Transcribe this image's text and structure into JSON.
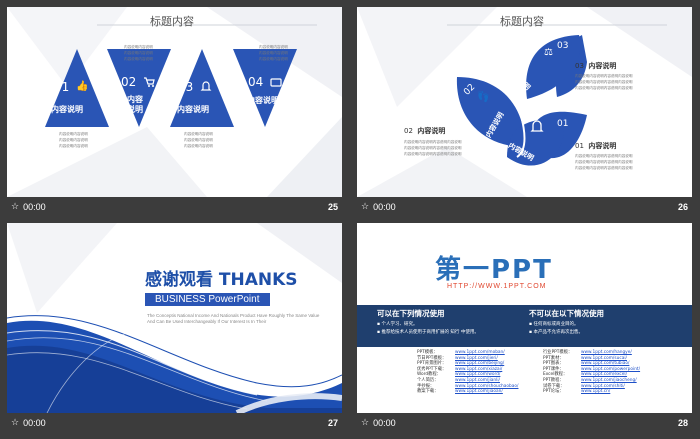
{
  "slides": [
    {
      "number": "25",
      "time": "00:00",
      "title": "标题内容",
      "items": [
        {
          "num": "01",
          "label": "内容说明",
          "icon": "thumbs-up-icon"
        },
        {
          "num": "02",
          "label": "内容\n说明",
          "icon": "cart-icon"
        },
        {
          "num": "03",
          "label": "内容说明",
          "icon": "bell-icon"
        },
        {
          "num": "04",
          "label": "内容说明",
          "icon": "wallet-icon"
        }
      ],
      "filler": "内容说明内容说明"
    },
    {
      "number": "26",
      "time": "00:00",
      "title": "标题内容",
      "leaves": [
        {
          "num": "01",
          "label": "内容说明",
          "icon": "bell-icon"
        },
        {
          "num": "02",
          "label": "内容说明",
          "icon": "footprints-icon"
        },
        {
          "num": "03",
          "label": "内容说明",
          "icon": "scales-icon"
        }
      ],
      "side": [
        {
          "num": "03",
          "label": "内容说明"
        },
        {
          "num": "02",
          "label": "内容说明"
        },
        {
          "num": "01",
          "label": "内容说明"
        }
      ],
      "filler": "内容说明内容说明内容说明内容说明"
    },
    {
      "number": "27",
      "time": "00:00",
      "title": "感谢观看  THANKS",
      "subtitle": "BUSINESS   PowerPoint",
      "desc": "The Conceptis National Income And Nationals Product Have Roughly The Same Value And Can Be Used Interchangeably If Our Interest Is In Their"
    },
    {
      "number": "28",
      "time": "00:00",
      "logo": "第一PPT",
      "url": "HTTP://WWW.1PPT.COM",
      "left_heading": "可以在下列情况使用",
      "left_lines": [
        "个人学习、研究。",
        "推荐给技术人员使用于商用扩展的 知行 中使用。"
      ],
      "right_heading": "不可以在以下情况使用",
      "right_lines": [
        "任何商标或商业目的。",
        "本产品不允许再次出售。"
      ],
      "links_left": [
        {
          "label": "PPT模板：",
          "url": "www.1ppt.com/moban/"
        },
        {
          "label": "节日PPT模板：",
          "url": "www.1ppt.com/jieri/"
        },
        {
          "label": "PPT背景图片：",
          "url": "www.1ppt.com/beijing/"
        },
        {
          "label": "优秀PPT下载：",
          "url": "www.1ppt.com/xiazai/"
        },
        {
          "label": "Word教程：",
          "url": "www.1ppt.com/word/"
        },
        {
          "label": "个人简历：",
          "url": "www.1ppt.com/jianli/"
        },
        {
          "label": "手抄报：",
          "url": "www.1ppt.com/shouchaobao/"
        },
        {
          "label": "教案下载：",
          "url": "www.1ppt.com/jiaoan/"
        }
      ],
      "links_right": [
        {
          "label": "行业PPT模板：",
          "url": "www.1ppt.com/hangye/"
        },
        {
          "label": "PPT素材：",
          "url": "www.1ppt.com/sucai/"
        },
        {
          "label": "PPT图表：",
          "url": "www.1ppt.com/tubiao/"
        },
        {
          "label": "PPT课件：",
          "url": "www.1ppt.com/powerpoint/"
        },
        {
          "label": "Excel教程：",
          "url": "www.1ppt.com/excel/"
        },
        {
          "label": "PPT教程：",
          "url": "www.1ppt.com/jiaocheng/"
        },
        {
          "label": "试卷下载：",
          "url": "www.1ppt.com/shiti/"
        },
        {
          "label": "PPT论坛：",
          "url": "www.1ppt.cn/"
        }
      ]
    }
  ],
  "colors": {
    "primary": "#2a55b5",
    "dark_band": "#1f3f6e",
    "bg": "#3c3c3c"
  }
}
